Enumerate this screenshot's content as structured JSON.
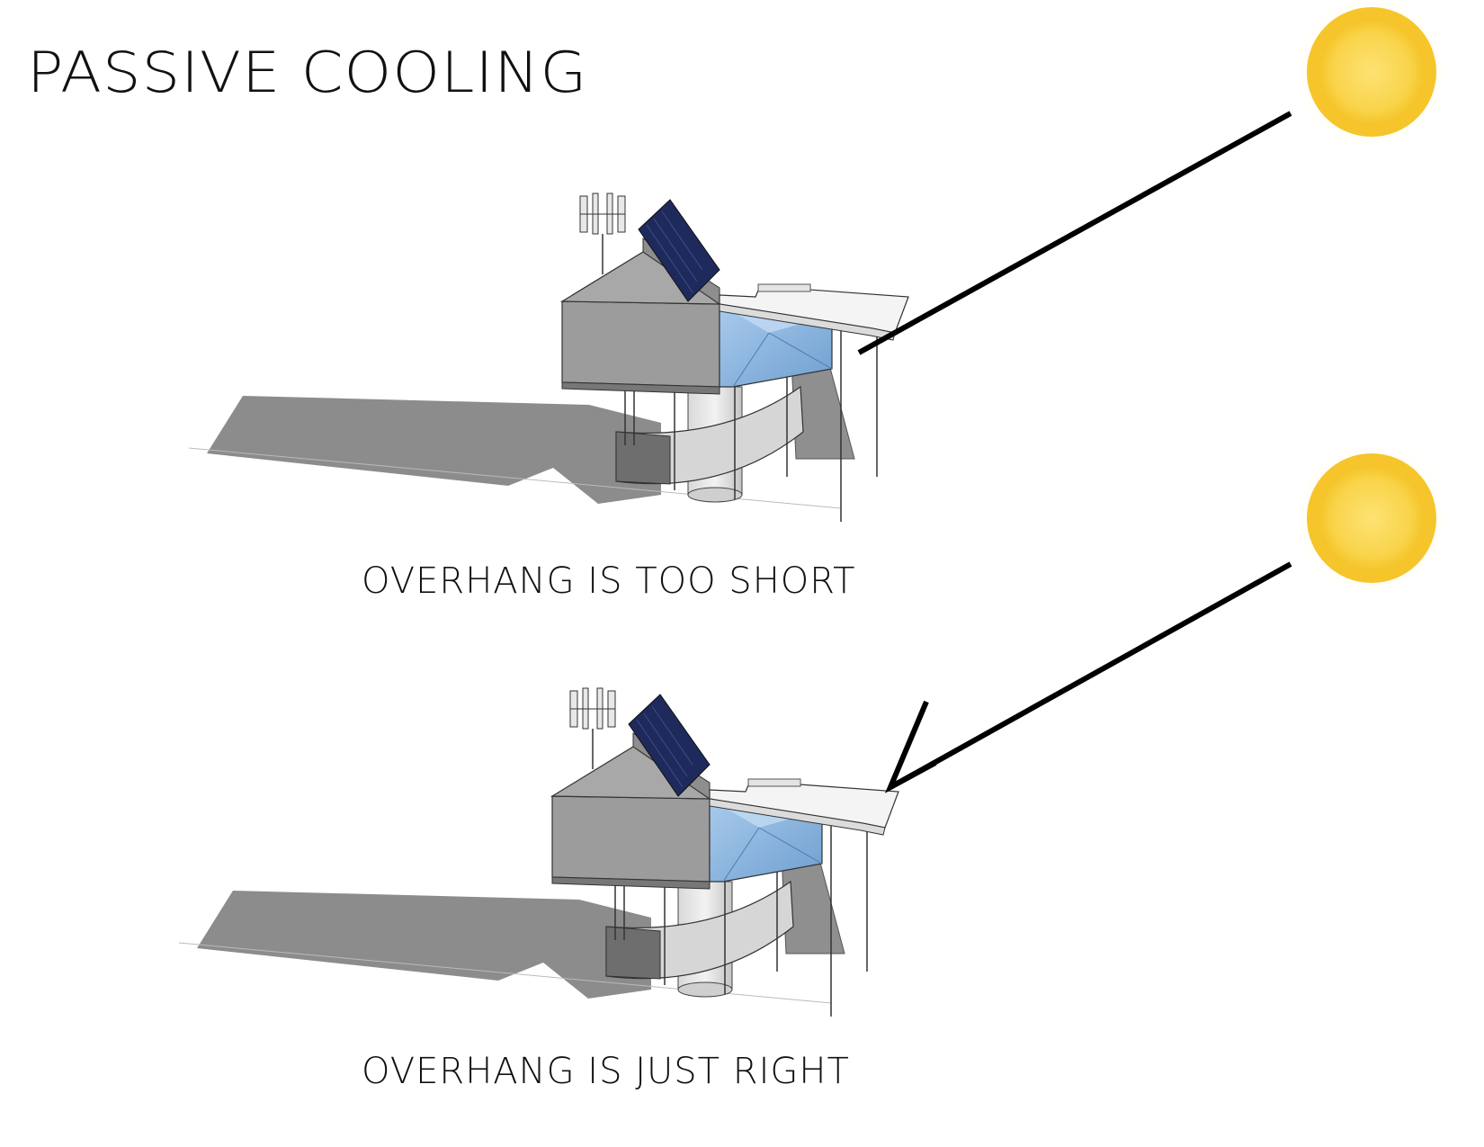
{
  "title": "PASSIVE COOLING",
  "panels": [
    {
      "caption": "OVERHANG IS TOO SHORT",
      "sun_icon": "sun-icon",
      "ray": "sun-ray-line"
    },
    {
      "caption": "OVERHANG IS JUST RIGHT",
      "sun_icon": "sun-icon",
      "ray": "sun-ray-arrow"
    }
  ],
  "colors": {
    "sun": "#f7d13c",
    "sun_glow": "#fff3b0",
    "wall": "#9a9a9a",
    "wall_dark": "#7d7d7d",
    "roof": "#b5b5b5",
    "solar_panel": "#1f2a5c",
    "glass": "#8fb8e0",
    "shadow": "#8c8c8c",
    "ray": "#000000"
  }
}
